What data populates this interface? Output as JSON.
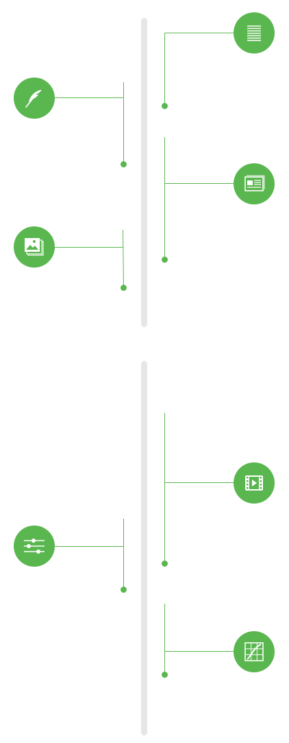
{
  "colors": {
    "accent": "#5ab64f",
    "spine": "#e6e6e6",
    "icon": "#ffffff"
  },
  "timelines": [
    {
      "items": [
        {
          "side": "right",
          "icon": "text-lines-icon"
        },
        {
          "side": "left",
          "icon": "feather-icon"
        },
        {
          "side": "right",
          "icon": "newspaper-icon"
        },
        {
          "side": "left",
          "icon": "image-gallery-icon"
        }
      ]
    },
    {
      "items": [
        {
          "side": "right",
          "icon": "video-play-icon"
        },
        {
          "side": "left",
          "icon": "sliders-icon"
        },
        {
          "side": "right",
          "icon": "chart-grid-icon"
        }
      ]
    }
  ]
}
